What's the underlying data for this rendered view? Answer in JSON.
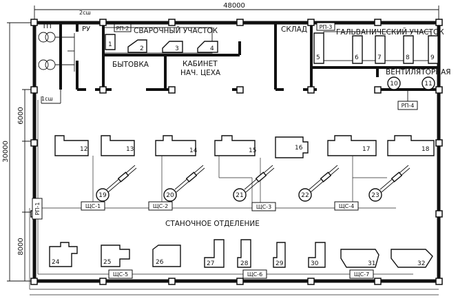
{
  "dimensions": {
    "total_width": "48000",
    "total_height": "30000",
    "span_top": "6000",
    "span_bottom": "8000"
  },
  "rooms": {
    "tp": "ТП",
    "ru": "РУ",
    "welding": "СВАРОЧНЫЙ УЧАСТОК",
    "warehouse": "СКЛАД",
    "galvanic": "ГАЛЬВАНИЧЕСКИЙ УЧАСТОК",
    "domestic": "БЫТОВКА",
    "office_line1": "КАБИНЕТ",
    "office_line2": "НАЧ. ЦЕХА",
    "ventilation": "ВЕНТИЛЯТОРНАЯ",
    "machine_hall": "СТАНОЧНОЕ ОТДЕЛЕНИЕ"
  },
  "panels": {
    "rp1": "РП-1",
    "rp2": "РП-2",
    "rp3": "РП-3",
    "rp4": "РП-4",
    "shs1": "ЩС-1",
    "shs2": "ЩС-2",
    "shs3": "ЩС-3",
    "shs4": "ЩС-4",
    "shs5": "ЩС-5",
    "shs6": "ЩС-6",
    "shs7": "ЩС-7"
  },
  "busbars": {
    "sh1": "1сш",
    "sh2": "2сш"
  },
  "equipment": [
    "1",
    "2",
    "3",
    "4",
    "5",
    "6",
    "7",
    "8",
    "9",
    "10",
    "11",
    "12",
    "13",
    "14",
    "15",
    "16",
    "17",
    "18",
    "19",
    "20",
    "21",
    "22",
    "23",
    "24",
    "25",
    "26",
    "27",
    "28",
    "29",
    "30",
    "31",
    "32"
  ]
}
